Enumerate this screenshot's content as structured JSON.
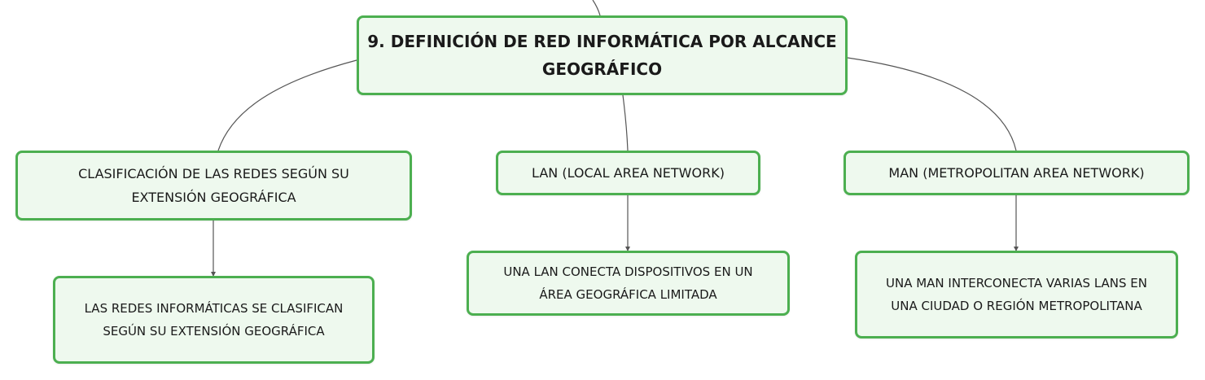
{
  "root": {
    "title_line1": "9. DEFINICIÓN DE RED INFORMÁTICA POR ALCANCE",
    "title_line2": "GEOGRÁFICO"
  },
  "branches": [
    {
      "label_line1": "CLASIFICACIÓN DE LAS REDES SEGÚN SU",
      "label_line2": "EXTENSIÓN GEOGRÁFICA",
      "detail_line1": "LAS REDES INFORMÁTICAS SE CLASIFICAN",
      "detail_line2": "SEGÚN SU EXTENSIÓN GEOGRÁFICA"
    },
    {
      "label_line1": "LAN (LOCAL AREA NETWORK)",
      "detail_line1": "UNA LAN CONECTA DISPOSITIVOS EN UN",
      "detail_line2": "ÁREA GEOGRÁFICA LIMITADA"
    },
    {
      "label_line1": "MAN (METROPOLITAN AREA NETWORK)",
      "detail_line1": "UNA MAN INTERCONECTA VARIAS LANS EN",
      "detail_line2": "UNA CIUDAD O REGIÓN METROPOLITANA"
    }
  ],
  "colors": {
    "node_border": "#4caf50",
    "node_fill": "#eef9ee",
    "connector": "#555555"
  }
}
